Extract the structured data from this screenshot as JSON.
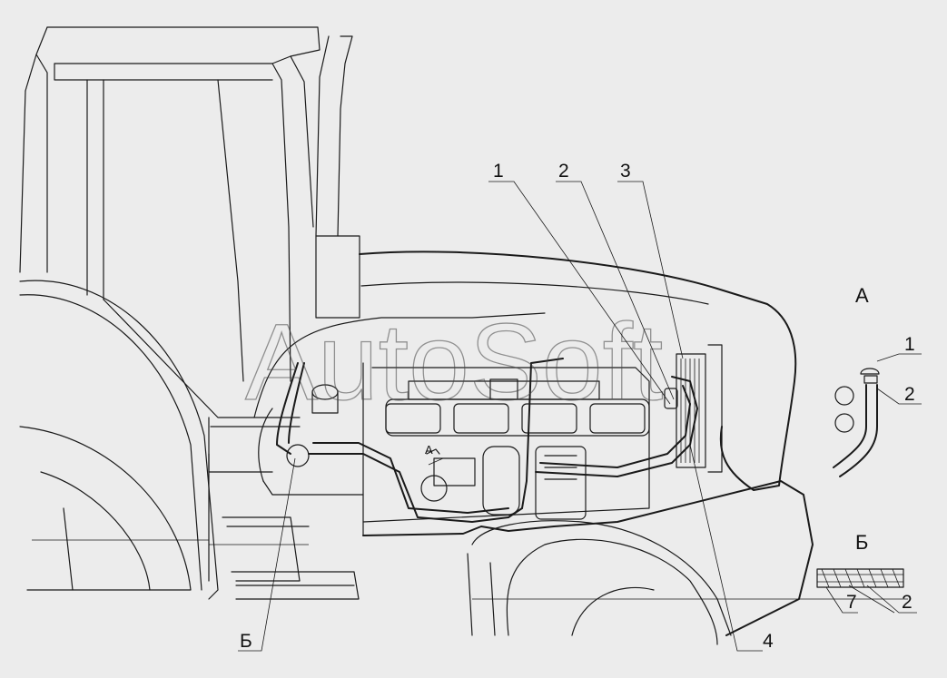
{
  "colors": {
    "background": "#ececec",
    "line": "#1a1a1a",
    "watermark": "#444444"
  },
  "watermark": "AutoSoft",
  "callouts": {
    "c1": "1",
    "c2": "2",
    "c3": "3",
    "c4": "4",
    "b_main": "Б",
    "a_marker": "А"
  },
  "detail_a": {
    "title": "А",
    "label1": "1",
    "label2": "2"
  },
  "detail_b": {
    "title": "Б",
    "label7": "7",
    "label2": "2"
  }
}
